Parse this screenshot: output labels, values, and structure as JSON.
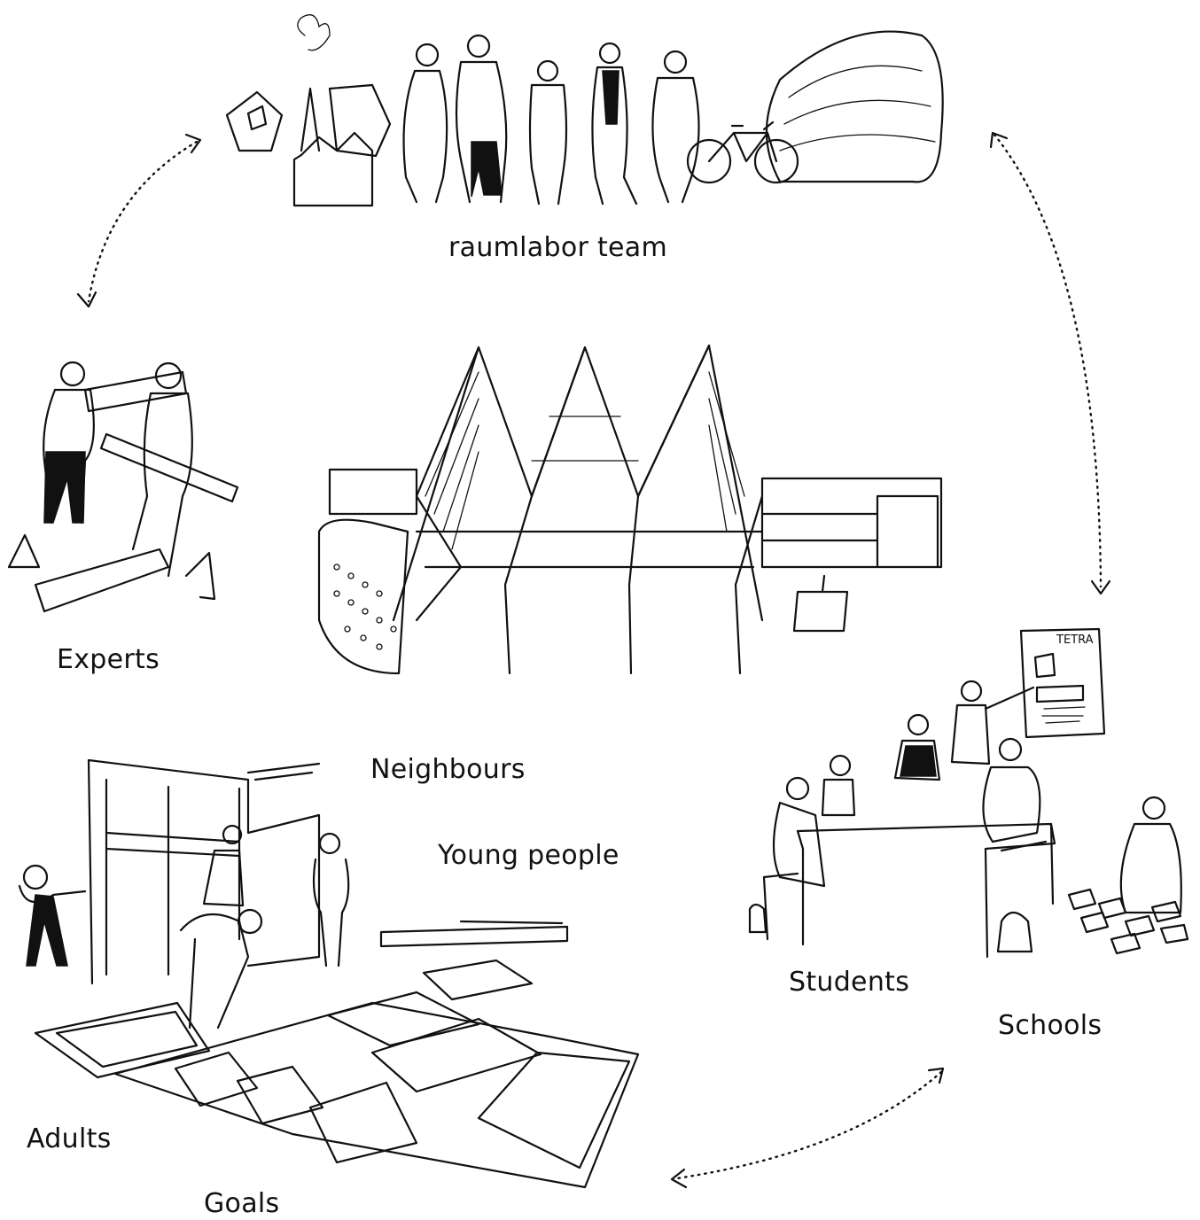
{
  "labels": {
    "raumlabor_team": "raumlabor team",
    "experts": "Experts",
    "neighbours": "Neighbours",
    "young_people": "Young people",
    "students": "Students",
    "schools": "Schools",
    "adults": "Adults",
    "goals": "Goals"
  },
  "poster_text": "TETRA"
}
